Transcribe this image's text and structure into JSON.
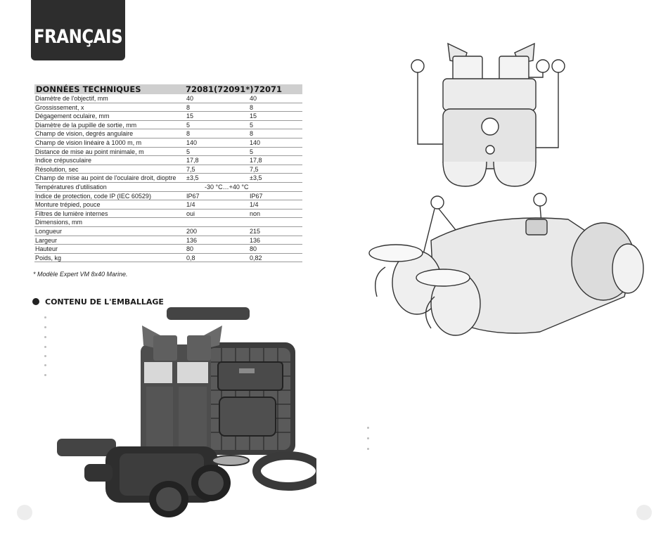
{
  "header": {
    "language_tab": "FRANÇAIS"
  },
  "specs": {
    "title": "DONNÉES TECHNIQUES",
    "col1": "72081(72091*)",
    "col2": "72071",
    "rows": [
      {
        "label": "Diamètre de l'objectif, mm",
        "v1": "40",
        "v2": "40"
      },
      {
        "label": "Grossissement, x",
        "v1": "8",
        "v2": "8"
      },
      {
        "label": "Dégagement oculaire, mm",
        "v1": "15",
        "v2": "15"
      },
      {
        "label": "Diamètre de la pupille de sortie, mm",
        "v1": "5",
        "v2": "5"
      },
      {
        "label": "Champ de vision, degrés angulaire",
        "v1": "8",
        "v2": "8"
      },
      {
        "label": "Champ de vision linéaire à 1000 m, m",
        "v1": "140",
        "v2": "140"
      },
      {
        "label": "Distance de mise au point minimale, m",
        "v1": "5",
        "v2": "5"
      },
      {
        "label": "Indice crépusculaire",
        "v1": "17,8",
        "v2": "17,8"
      },
      {
        "label": "Résolution, sec",
        "v1": "7,5",
        "v2": "7,5"
      },
      {
        "label": "Champ de mise au point de l'oculaire droit, dioptre",
        "v1": "±3,5",
        "v2": "±3,5"
      },
      {
        "label": "Températures d'utilisation",
        "v1": "-30 °C…+40 °C",
        "v2": ""
      },
      {
        "label": "Indice de protection, code IP (IEC 60529)",
        "v1": "IP67",
        "v2": "IP67"
      },
      {
        "label": "Monture trépied, pouce",
        "v1": "1/4",
        "v2": "1/4"
      },
      {
        "label": "Filtres de lumière internes",
        "v1": "oui",
        "v2": "non"
      },
      {
        "label": "Dimensions, mm",
        "v1": "",
        "v2": ""
      },
      {
        "label": "Longueur",
        "v1": "200",
        "v2": "215"
      },
      {
        "label": "Largeur",
        "v1": "136",
        "v2": "136"
      },
      {
        "label": "Hauteur",
        "v1": "80",
        "v2": "80"
      },
      {
        "label": "Poids, kg",
        "v1": "0,8",
        "v2": "0,82"
      }
    ],
    "footnote": "* Modèle Expert VM 8x40 Marine."
  },
  "package": {
    "title": "CONTENU DE L'EMBALLAGE"
  }
}
